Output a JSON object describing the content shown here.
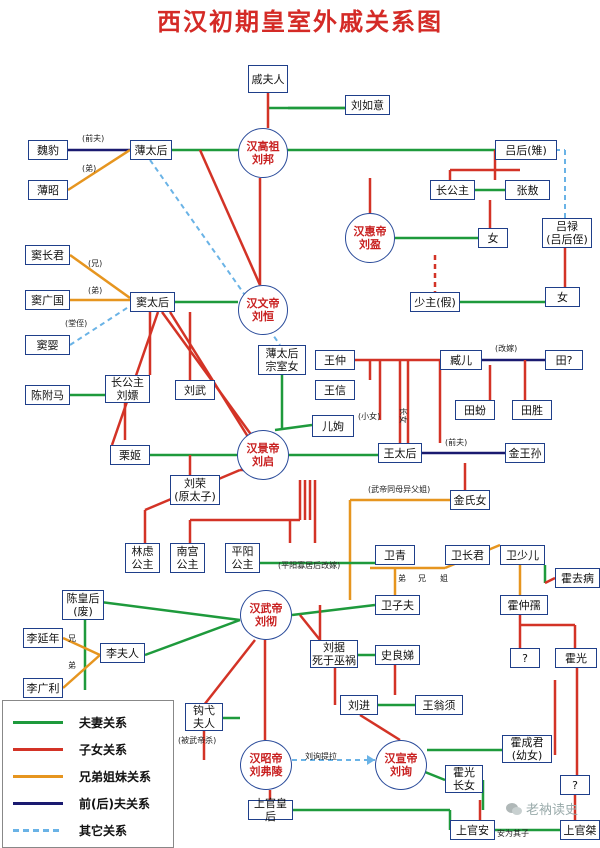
{
  "title": "西汉初期皇室外戚关系图",
  "colors": {
    "spouse": "#1e9a3c",
    "child": "#d33326",
    "sibling": "#e6951f",
    "former": "#1a1a70",
    "other": "#6ab3e6"
  },
  "nodes": {
    "qifuren": "戚夫人",
    "liuruyi": "刘如意",
    "weibao": "魏豹",
    "botaihou": "薄太后",
    "bozhao": "薄昭",
    "gaozu": "汉高祖\n刘邦",
    "lvhou": "吕后(雉)",
    "changgongzhu1": "长公主",
    "zhangao": "张敖",
    "huidi": "汉惠帝\n刘盈",
    "nv1": "女",
    "lvlu": "吕禄\n(吕后侄)",
    "shaodi": "少主(假)",
    "nv2": "女",
    "douchangjun": "窦长君",
    "douguangguo": "窦广国",
    "doutaihou": "窦太后",
    "douying": "窦婴",
    "wendi": "汉文帝\n刘恒",
    "bozongshi": "薄太后\n宗室女",
    "wangzhong": "王仲",
    "zanger": "臧儿",
    "tian": "田?",
    "wangxin": "王信",
    "tianfen": "田蚡",
    "tiansheng": "田胜",
    "chenwuma": "陈附马",
    "changgongzhu2": "长公主\n刘嫖",
    "liuwu": "刘武",
    "erxu": "儿姁",
    "jingdi": "汉景帝\n刘启",
    "wangtaihou": "王太后",
    "jinwangsun": "金王孙",
    "liji": "栗姬",
    "liurong": "刘荣\n(原太子)",
    "jinshinv": "金氏女",
    "linlv": "林虑\n公主",
    "nangong": "南宫\n公主",
    "pingyang": "平阳\n公主",
    "weiqing": "卫青",
    "weichangjun": "卫长君",
    "weishaoer": "卫少儿",
    "huoqubing": "霍去病",
    "chenhuanghou": "陈皇后\n(废)",
    "wudi": "汉武帝\n刘彻",
    "weizifu": "卫子夫",
    "huozhongru": "霍仲孺",
    "liyannian": "李延年",
    "lifuren": "李夫人",
    "liju": "刘据\n死于巫祸",
    "shiliangdi": "史良娣",
    "q1": "?",
    "huoguang": "霍光",
    "liguangli": "李广利",
    "liujin": "刘进",
    "wangwengxu": "王翁须",
    "gouyi": "钩弋\n夫人",
    "zhaodi": "汉昭帝\n刘弗陵",
    "xuandi": "汉宣帝\n刘询",
    "huochengjun": "霍成君\n(幼女)",
    "huozhangnv": "霍光\n长女",
    "q2": "?",
    "shangguanhou": "上官皇后",
    "shangguanan": "上官安",
    "shangguanjie": "上官桀"
  },
  "notes": {
    "qianfu1": "(前夫)",
    "di": "(弟)",
    "xiong": "(兄)",
    "di2": "(弟)",
    "tangzhi": "(堂侄)",
    "gaijia": "(改嫁)",
    "xiaonv": "(小女)",
    "zhangnv": "长女",
    "qianfu2": "(前夫)",
    "tongmu": "(武帝同母异父姐)",
    "pingyanggai": "(平阳寡居后改嫁)",
    "di3": "弟",
    "xiong2": "兄",
    "jie": "姐",
    "xiong3": "兄",
    "di4": "弟",
    "beisha": "(被武帝杀)",
    "tiba": "刘询提拉",
    "anweizi": "安为其子"
  },
  "legend": [
    {
      "label": "夫妻关系",
      "type": "spouse"
    },
    {
      "label": "子女关系",
      "type": "child"
    },
    {
      "label": "兄弟姐妹关系",
      "type": "sibling"
    },
    {
      "label": "前(后)夫关系",
      "type": "former"
    },
    {
      "label": "其它关系",
      "type": "other"
    }
  ],
  "watermark": {
    "icon": "wechat-icon",
    "text": "老衲读史"
  }
}
